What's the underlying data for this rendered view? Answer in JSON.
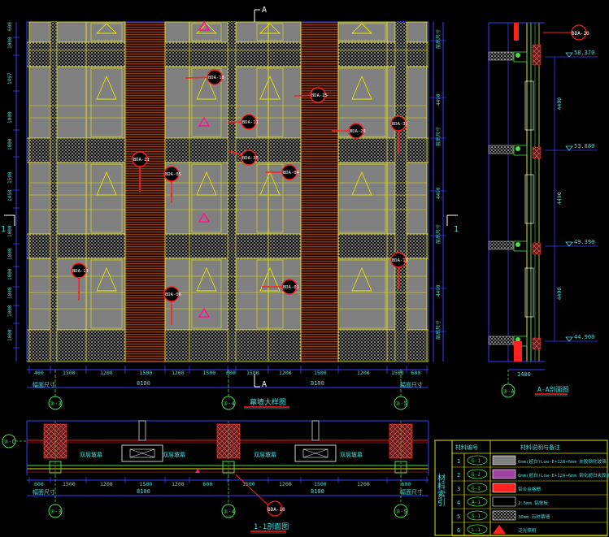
{
  "colors": {
    "background": "#000000",
    "panel_gray": "#808080",
    "frame_yellow": "#e6e600",
    "frame_green": "#4ddb4d",
    "dim_blue": "#3b3bff",
    "dim_cyan": "#4fd8d8",
    "tag_red": "#ff2020",
    "mark_magenta": "#ff1493",
    "hatch_white": "#d8d8d8",
    "strip_brown": "#5a2a1a"
  },
  "elevation": {
    "title": "幕墙大样图",
    "section_mark_top": "A",
    "section_mark_bottom": "A",
    "section_mark_side": "1",
    "dim_bottom_top_row": [
      "400",
      "1500",
      "1200",
      "1500",
      "1200",
      "1500",
      "600",
      "1500",
      "1200",
      "1500",
      "1200",
      "1500",
      "600"
    ],
    "dim_bottom_total": [
      "8100",
      "8100"
    ],
    "side_labels": [
      "幅面尺寸",
      "幅面尺寸"
    ],
    "left_dims": [
      "600",
      "1000",
      "1497",
      "1000",
      "1000",
      "1500",
      "1450",
      "1000",
      "1000",
      "1000",
      "1000",
      "1000",
      "1000"
    ],
    "right_dims": [
      "层高尺寸",
      "4490",
      "层高尺寸",
      "4490",
      "层高尺寸",
      "4490",
      "层高尺寸"
    ],
    "axis_bubbles": [
      "③-3",
      "③-4",
      "③-5"
    ],
    "tags": [
      "BDA-10",
      "BDA-25",
      "BDA-11",
      "BDA-26",
      "BDA-31",
      "BDA-21",
      "BDA-05",
      "BDA-35",
      "BDA-04",
      "BDA-13",
      "BDA-06",
      "BDA-01",
      "BDA-15"
    ]
  },
  "section_aa": {
    "title": "A-A剖面图",
    "tag": "BDA-20",
    "levels": [
      "58.370",
      "53.880",
      "49.390",
      "44.900"
    ],
    "level_dims": [
      "4490",
      "4490",
      "4490"
    ],
    "width_dim": "1400",
    "axis_bubble": "③-A"
  },
  "section_11": {
    "title": "1-1剖面图",
    "tag": "BDA-18",
    "row_labels": [
      "双层玻幕",
      "双层玻幕",
      "双层玻幕",
      "双层玻幕"
    ],
    "dims": [
      "600",
      "1500",
      "1200",
      "1500",
      "1200",
      "600",
      "1500",
      "1200",
      "1500",
      "1200",
      "600"
    ],
    "totals": [
      "8100",
      "8100"
    ],
    "side_labels": [
      "幅面尺寸",
      "幅面尺寸"
    ],
    "axis_bubbles": [
      "③-3",
      "③-4",
      "③-5"
    ],
    "left_bubble": "③-C"
  },
  "legend": {
    "side_title": "材料索引",
    "header_code": "材料编号",
    "header_desc": "材料说明与备注",
    "rows": [
      {
        "no": "1",
        "code": "G-1",
        "desc": "6mm(超白)Low-E+12A+6mm 夹胶钢化玻璃"
      },
      {
        "no": "2",
        "code": "G-2",
        "desc": "6mm(超白)Low-E+12A+6mm 钢化超白夹胶玻璃"
      },
      {
        "no": "3",
        "code": "G-3",
        "desc": "铝合金格栅"
      },
      {
        "no": "4",
        "code": "A-1",
        "desc": "2.5mm 铝单板"
      },
      {
        "no": "5",
        "code": "S-1",
        "desc": "30mm 石材幕墙"
      },
      {
        "no": "6",
        "code": "L-1",
        "desc": "泛光照明"
      }
    ]
  }
}
